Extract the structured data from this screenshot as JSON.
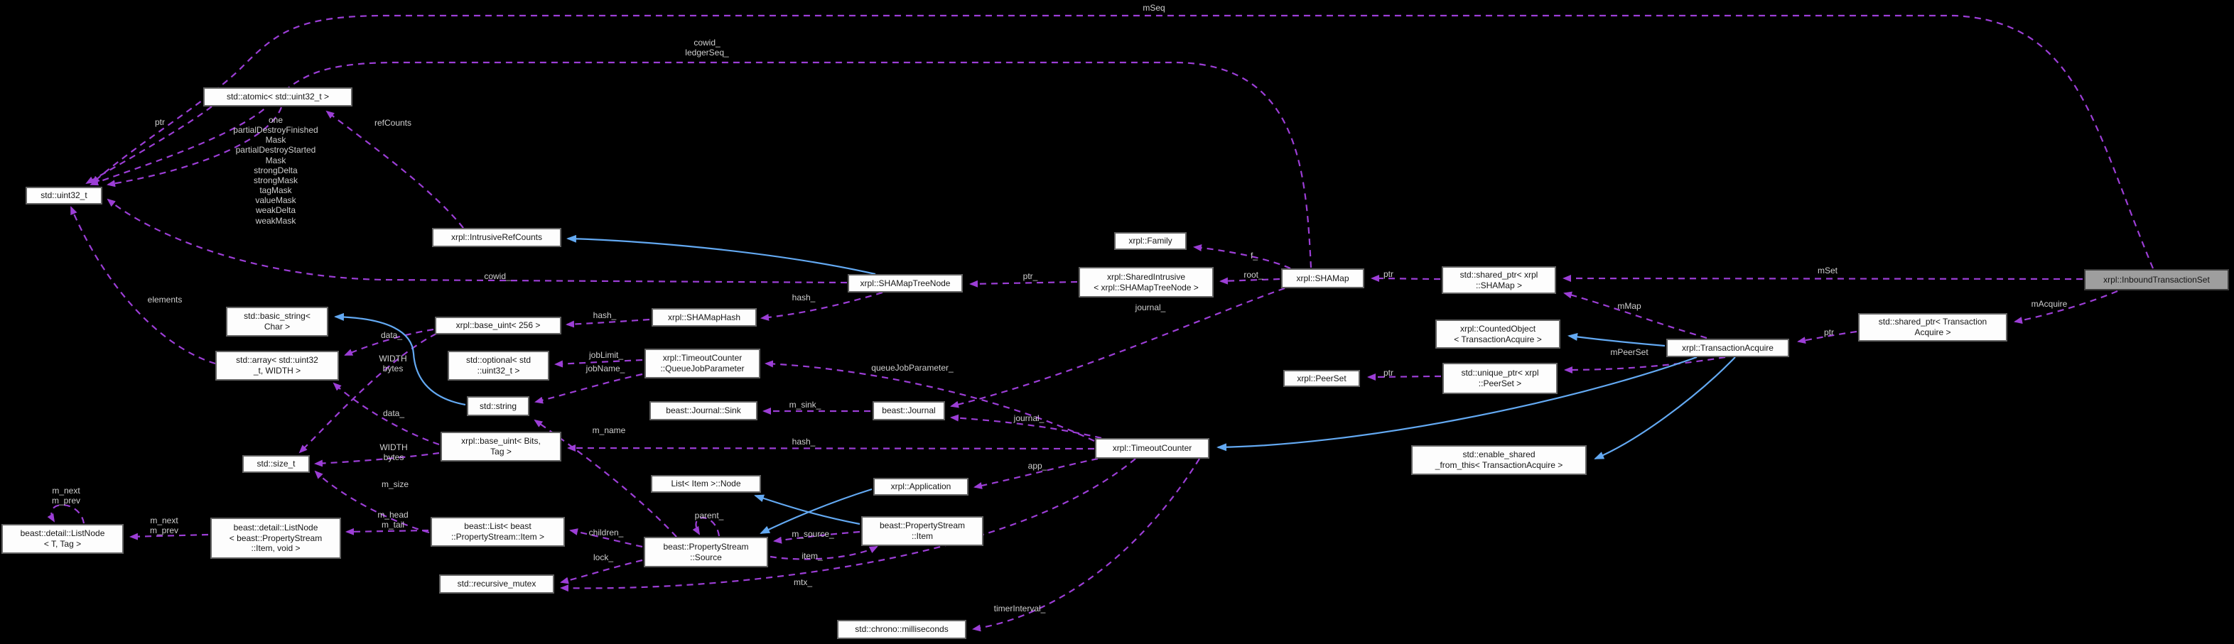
{
  "diagram": {
    "title": "xrpl::InboundTransactionSet collaboration graph",
    "colors": {
      "background": "#000000",
      "node_fill": "#fdfdfd",
      "node_border": "#636363",
      "node_text": "#161616",
      "highlight_node_fill": "#9e9e9e",
      "usage_edge": "#9c3ed6",
      "inheritance_edge": "#63a9f2",
      "edge_label_text": "#cfcfcf"
    },
    "nodes": [
      {
        "label": "std::uint32_t"
      },
      {
        "label": "std::atomic< std::uint32_t >"
      },
      {
        "label": "xrpl::IntrusiveRefCounts"
      },
      {
        "label": "std::basic_string<\nChar >"
      },
      {
        "label": "std::array< std::uint32\n_t, WIDTH >"
      },
      {
        "label": "xrpl::base_uint< 256 >"
      },
      {
        "label": "std::optional< std\n::uint32_t >"
      },
      {
        "label": "std::string"
      },
      {
        "label": "xrpl::SHAMapHash"
      },
      {
        "label": "xrpl::TimeoutCounter\n::QueueJobParameter"
      },
      {
        "label": "beast::Journal::Sink"
      },
      {
        "label": "beast::Journal"
      },
      {
        "label": "std::size_t"
      },
      {
        "label": "xrpl::base_uint< Bits,\nTag >"
      },
      {
        "label": "beast::detail::ListNode\n< T, Tag >"
      },
      {
        "label": "beast::detail::ListNode\n< beast::PropertyStream\n::Item, void >"
      },
      {
        "label": "beast::List< beast\n::PropertyStream::Item >"
      },
      {
        "label": "std::recursive_mutex"
      },
      {
        "label": "List< Item >::Node"
      },
      {
        "label": "beast::PropertyStream\n::Source"
      },
      {
        "label": "xrpl::Application"
      },
      {
        "label": "beast::PropertyStream\n::Item"
      },
      {
        "label": "std::chrono::milliseconds"
      },
      {
        "label": "xrpl::SHAMapTreeNode"
      },
      {
        "label": "xrpl::SharedIntrusive\n< xrpl::SHAMapTreeNode >"
      },
      {
        "label": "xrpl::Family"
      },
      {
        "label": "xrpl::SHAMap"
      },
      {
        "label": "xrpl::TimeoutCounter"
      },
      {
        "label": "xrpl::PeerSet"
      },
      {
        "label": "std::shared_ptr< xrpl\n::SHAMap >"
      },
      {
        "label": "xrpl::CountedObject\n< TransactionAcquire >"
      },
      {
        "label": "std::unique_ptr< xrpl\n::PeerSet >"
      },
      {
        "label": "std::enable_shared\n_from_this< TransactionAcquire >"
      },
      {
        "label": "xrpl::TransactionAcquire"
      },
      {
        "label": "std::shared_ptr< Transaction\nAcquire >"
      },
      {
        "label": "xrpl::InboundTransactionSet"
      }
    ],
    "edge_labels": [
      {
        "text": "mSeq"
      },
      {
        "text": "cowid_\nledgerSeq_"
      },
      {
        "text": "ptr"
      },
      {
        "text": "one\npartialDestroyFinished\nMask\npartialDestroyStarted\nMask\nstrongDelta\nstrongMask\ntagMask\nvalueMask\nweakDelta\nweakMask"
      },
      {
        "text": "refCounts"
      },
      {
        "text": "cowid_"
      },
      {
        "text": "elements"
      },
      {
        "text": "hash_"
      },
      {
        "text": "hash_"
      },
      {
        "text": "data_"
      },
      {
        "text": "WIDTH\nbytes"
      },
      {
        "text": "jobLimit_"
      },
      {
        "text": "jobName_"
      },
      {
        "text": "queueJobParameter_"
      },
      {
        "text": "m_sink_"
      },
      {
        "text": "journal_"
      },
      {
        "text": "journal_"
      },
      {
        "text": "hash_"
      },
      {
        "text": "m_name"
      },
      {
        "text": "data_"
      },
      {
        "text": "WIDTH\nbytes"
      },
      {
        "text": "m_size"
      },
      {
        "text": "m_next\nm_prev"
      },
      {
        "text": "m_next\nm_prev"
      },
      {
        "text": "m_head\nm_tail"
      },
      {
        "text": "children_"
      },
      {
        "text": "lock_"
      },
      {
        "text": "parent_"
      },
      {
        "text": "m_source_"
      },
      {
        "text": "item_"
      },
      {
        "text": "app_"
      },
      {
        "text": "mtx_"
      },
      {
        "text": "timerInterval_"
      },
      {
        "text": "ptr_"
      },
      {
        "text": "f_"
      },
      {
        "text": "root_"
      },
      {
        "text": "ptr"
      },
      {
        "text": "mMap"
      },
      {
        "text": "mPeerSet"
      },
      {
        "text": "ptr"
      },
      {
        "text": "mSet"
      },
      {
        "text": "mAcquire"
      },
      {
        "text": "ptr"
      }
    ],
    "edges": [
      {
        "from": "std::atomic< std::uint32_t >",
        "to": "std::uint32_t",
        "label": "ptr",
        "kind": "usage"
      },
      {
        "from": "std::atomic< std::uint32_t >",
        "to": "std::uint32_t",
        "label": "one partialDestroyFinishedMask partialDestroyStartedMask strongDelta strongMask tagMask valueMask weakDelta weakMask",
        "kind": "usage"
      },
      {
        "from": "xrpl::InboundTransactionSet",
        "to": "std::uint32_t",
        "label": "mSeq",
        "kind": "usage"
      },
      {
        "from": "xrpl::SHAMap",
        "to": "std::uint32_t",
        "label": "cowid_ ledgerSeq_",
        "kind": "usage"
      },
      {
        "from": "std::array< std::uint32_t, WIDTH >",
        "to": "std::uint32_t",
        "label": "elements",
        "kind": "usage"
      },
      {
        "from": "xrpl::SHAMapTreeNode",
        "to": "std::uint32_t",
        "label": "cowid_",
        "kind": "usage"
      },
      {
        "from": "xrpl::IntrusiveRefCounts",
        "to": "std::atomic< std::uint32_t >",
        "label": "refCounts",
        "kind": "usage"
      },
      {
        "from": "xrpl::SHAMapHash",
        "to": "xrpl::base_uint< 256 >",
        "label": "hash_",
        "kind": "usage"
      },
      {
        "from": "xrpl::SHAMapTreeNode",
        "to": "xrpl::SHAMapHash",
        "label": "hash_",
        "kind": "usage"
      },
      {
        "from": "xrpl::base_uint< 256 >",
        "to": "std::array< std::uint32_t, WIDTH >",
        "label": "data_",
        "kind": "usage"
      },
      {
        "from": "xrpl::base_uint< 256 >",
        "to": "std::size_t",
        "label": "WIDTH bytes",
        "kind": "usage"
      },
      {
        "from": "xrpl::TimeoutCounter::QueueJobParameter",
        "to": "std::optional< std::uint32_t >",
        "label": "jobLimit_",
        "kind": "usage"
      },
      {
        "from": "xrpl::TimeoutCounter::QueueJobParameter",
        "to": "std::string",
        "label": "jobName_",
        "kind": "usage"
      },
      {
        "from": "xrpl::TimeoutCounter",
        "to": "xrpl::TimeoutCounter::QueueJobParameter",
        "label": "queueJobParameter_",
        "kind": "usage"
      },
      {
        "from": "beast::Journal",
        "to": "beast::Journal::Sink",
        "label": "m_sink_",
        "kind": "usage"
      },
      {
        "from": "xrpl::TimeoutCounter",
        "to": "beast::Journal",
        "label": "journal_",
        "kind": "usage"
      },
      {
        "from": "xrpl::SHAMap",
        "to": "beast::Journal",
        "label": "journal_",
        "kind": "usage"
      },
      {
        "from": "xrpl::TimeoutCounter",
        "to": "xrpl::base_uint< Bits, Tag >",
        "label": "hash_",
        "kind": "usage"
      },
      {
        "from": "beast::PropertyStream::Source",
        "to": "std::string",
        "label": "m_name",
        "kind": "usage"
      },
      {
        "from": "xrpl::base_uint< Bits, Tag >",
        "to": "std::array< std::uint32_t, WIDTH >",
        "label": "data_",
        "kind": "usage"
      },
      {
        "from": "xrpl::base_uint< Bits, Tag >",
        "to": "std::size_t",
        "label": "WIDTH bytes",
        "kind": "usage"
      },
      {
        "from": "beast::List< beast::PropertyStream::Item >",
        "to": "std::size_t",
        "label": "m_size",
        "kind": "usage"
      },
      {
        "from": "beast::detail::ListNode< T, Tag >",
        "to": "beast::detail::ListNode< T, Tag >",
        "label": "m_next m_prev",
        "kind": "usage"
      },
      {
        "from": "beast::detail::ListNode< beast::PropertyStream::Item, void >",
        "to": "beast::detail::ListNode< T, Tag >",
        "label": "m_next m_prev",
        "kind": "usage"
      },
      {
        "from": "beast::List< beast::PropertyStream::Item >",
        "to": "beast::detail::ListNode< beast::PropertyStream::Item, void >",
        "label": "m_head m_tail",
        "kind": "usage"
      },
      {
        "from": "beast::PropertyStream::Source",
        "to": "beast::List< beast::PropertyStream::Item >",
        "label": "children_",
        "kind": "usage"
      },
      {
        "from": "beast::PropertyStream::Source",
        "to": "std::recursive_mutex",
        "label": "lock_",
        "kind": "usage"
      },
      {
        "from": "xrpl::TimeoutCounter",
        "to": "std::recursive_mutex",
        "label": "mtx_",
        "kind": "usage"
      },
      {
        "from": "beast::PropertyStream::Source",
        "to": "beast::PropertyStream::Source",
        "label": "parent_",
        "kind": "usage"
      },
      {
        "from": "beast::PropertyStream::Item",
        "to": "beast::PropertyStream::Source",
        "label": "m_source_",
        "kind": "usage"
      },
      {
        "from": "beast::PropertyStream::Source",
        "to": "beast::PropertyStream::Item",
        "label": "item_",
        "kind": "usage"
      },
      {
        "from": "xrpl::TimeoutCounter",
        "to": "xrpl::Application",
        "label": "app_",
        "kind": "usage"
      },
      {
        "from": "xrpl::TimeoutCounter",
        "to": "std::chrono::milliseconds",
        "label": "timerInterval_",
        "kind": "usage"
      },
      {
        "from": "xrpl::SharedIntrusive< xrpl::SHAMapTreeNode >",
        "to": "xrpl::SHAMapTreeNode",
        "label": "ptr_",
        "kind": "usage"
      },
      {
        "from": "xrpl::SHAMap",
        "to": "xrpl::SharedIntrusive< xrpl::SHAMapTreeNode >",
        "label": "root_",
        "kind": "usage"
      },
      {
        "from": "xrpl::SHAMap",
        "to": "xrpl::Family",
        "label": "f_",
        "kind": "usage"
      },
      {
        "from": "std::shared_ptr< xrpl::SHAMap >",
        "to": "xrpl::SHAMap",
        "label": "ptr",
        "kind": "usage"
      },
      {
        "from": "xrpl::InboundTransactionSet",
        "to": "std::shared_ptr< xrpl::SHAMap >",
        "label": "mSet",
        "kind": "usage"
      },
      {
        "from": "xrpl::TransactionAcquire",
        "to": "std::shared_ptr< xrpl::SHAMap >",
        "label": "mMap",
        "kind": "usage"
      },
      {
        "from": "xrpl::InboundTransactionSet",
        "to": "std::shared_ptr< TransactionAcquire >",
        "label": "mAcquire",
        "kind": "usage"
      },
      {
        "from": "std::shared_ptr< TransactionAcquire >",
        "to": "xrpl::TransactionAcquire",
        "label": "ptr",
        "kind": "usage"
      },
      {
        "from": "xrpl::TransactionAcquire",
        "to": "std::unique_ptr< xrpl::PeerSet >",
        "label": "mPeerSet",
        "kind": "usage"
      },
      {
        "from": "std::unique_ptr< xrpl::PeerSet >",
        "to": "xrpl::PeerSet",
        "label": "ptr",
        "kind": "usage"
      },
      {
        "from": "xrpl::SHAMapTreeNode",
        "to": "xrpl::IntrusiveRefCounts",
        "label": "",
        "kind": "inheritance"
      },
      {
        "from": "std::string",
        "to": "std::basic_string< Char >",
        "label": "",
        "kind": "inheritance"
      },
      {
        "from": "xrpl::TransactionAcquire",
        "to": "xrpl::CountedObject< TransactionAcquire >",
        "label": "",
        "kind": "inheritance"
      },
      {
        "from": "xrpl::TransactionAcquire",
        "to": "xrpl::TimeoutCounter",
        "label": "",
        "kind": "inheritance"
      },
      {
        "from": "xrpl::TransactionAcquire",
        "to": "std::enable_shared_from_this< TransactionAcquire >",
        "label": "",
        "kind": "inheritance"
      },
      {
        "from": "xrpl::Application",
        "to": "beast::PropertyStream::Source",
        "label": "",
        "kind": "inheritance"
      },
      {
        "from": "beast::PropertyStream::Item",
        "to": "List< Item >::Node",
        "label": "",
        "kind": "inheritance"
      }
    ]
  }
}
